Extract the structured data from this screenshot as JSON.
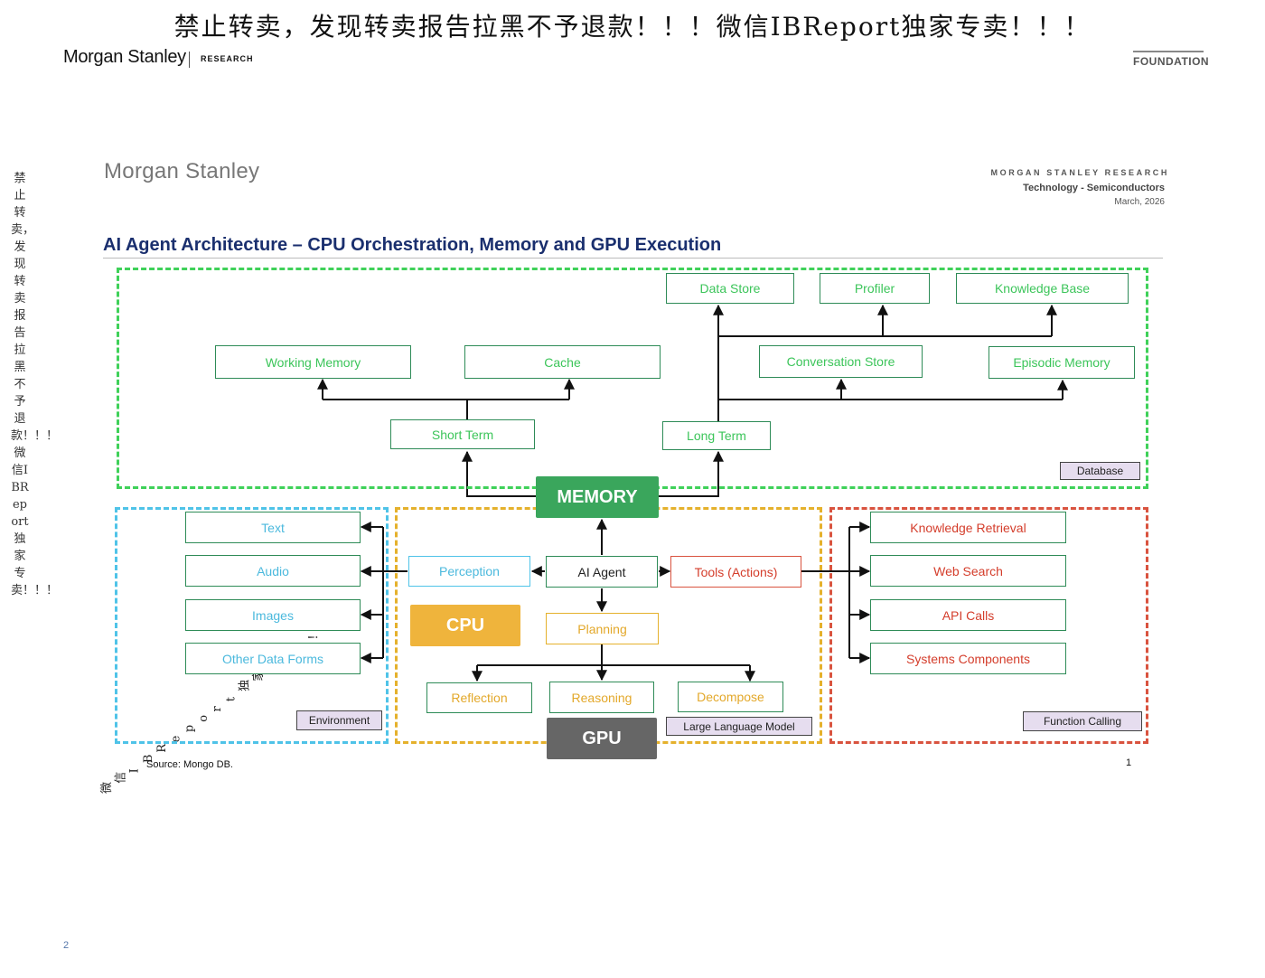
{
  "watermark": {
    "banner": "禁止转卖，发现转卖报告拉黑不予退款！！！微信IBReport独家专卖！！！",
    "side": "禁止转卖，发现转卖报告拉黑不予退款！！！微信IBReport独家专卖！！！",
    "diagonal": "！！！卖专家独tropeRBI信微"
  },
  "header": {
    "logo": "Morgan Stanley",
    "research": "RESEARCH",
    "foundation": "FOUNDATION"
  },
  "report": {
    "logo": "Morgan Stanley",
    "publisher": "MORGAN STANLEY RESEARCH",
    "sector": "Technology - Semiconductors",
    "date": "March, 2026",
    "title": "AI Agent Architecture – CPU Orchestration, Memory and GPU Execution"
  },
  "diagram": {
    "memory_zone": {
      "label": "Database",
      "hub": "MEMORY",
      "short_term": "Short Term",
      "long_term": "Long Term",
      "working_memory": "Working Memory",
      "cache": "Cache",
      "data_store": "Data Store",
      "profiler": "Profiler",
      "knowledge_base": "Knowledge Base",
      "conversation_store": "Conversation Store",
      "episodic_memory": "Episodic Memory"
    },
    "environment_zone": {
      "label": "Environment",
      "text": "Text",
      "audio": "Audio",
      "images": "Images",
      "other": "Other Data Forms"
    },
    "cpu_zone": {
      "label": "Large Language Model",
      "cpu": "CPU",
      "gpu": "GPU",
      "ai_agent": "AI Agent",
      "perception": "Perception",
      "tools": "Tools (Actions)",
      "planning": "Planning",
      "reflection": "Reflection",
      "reasoning": "Reasoning",
      "decompose": "Decompose"
    },
    "function_zone": {
      "label": "Function Calling",
      "knowledge_retrieval": "Knowledge Retrieval",
      "web_search": "Web Search",
      "api_calls": "API Calls",
      "systems": "Systems Components"
    }
  },
  "footer": {
    "source": "Source: Mongo DB.",
    "inner_page": "1",
    "page": "2"
  },
  "colors": {
    "memory": "#3fd159",
    "environment": "#4fc3e8",
    "cpu": "#e5b12c",
    "function": "#d9533f",
    "memory_hub": "#3aa65c",
    "cpu_block": "#efb43c",
    "gpu_block": "#666666",
    "title": "#1a2f6e"
  }
}
